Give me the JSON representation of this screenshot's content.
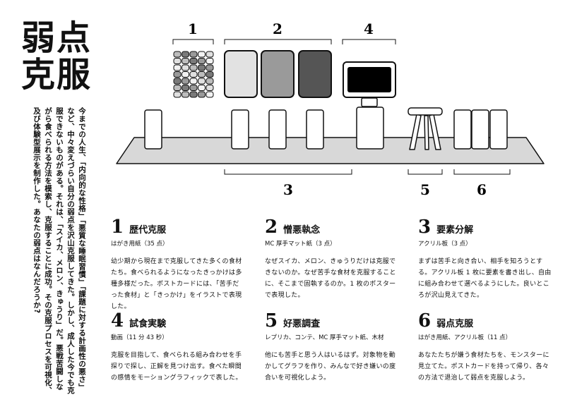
{
  "title": {
    "line1": "弱点",
    "line2": "克服"
  },
  "intro": "今までの人生、「内向的な性格」「悪質な睡眠習慣」「課題に対する計画性の悪さ」など、中々変えづらい自分の弱点を沢山克服してきた。しかし、成人した今でも克服できないものがある。それは、「スイカ、メロン、きゅうり」だ。悪戦苦闘しながら食べられる方法を模索し、克服することに成功。その克服プロセスを可視化、及び体験型展示を制作した。あなたの弱点はなんだろうか?",
  "diagram": {
    "labels": [
      "1",
      "2",
      "4",
      "3",
      "5",
      "6"
    ],
    "panel_colors": [
      "#e2e2e2",
      "#9a9a9a",
      "#555555"
    ]
  },
  "sections": [
    {
      "num": "1",
      "title": "歴代克服",
      "sub": "はがき用紙（35 点）",
      "body": "幼少期から現在まで克服してきた多くの食材たち。食べられるようになったきっかけは多種多様だった。ポストカードには、「苦手だった食材」と「きっかけ」をイラストで表現した。"
    },
    {
      "num": "2",
      "title": "憎悪執念",
      "sub": "MC 厚手マット紙（3 点）",
      "body": "なぜスイカ、メロン、きゅうりだけは克服できないのか。なぜ苦手な食材を克服することに、そこまで固執するのか。1 枚のポスターで表現した。"
    },
    {
      "num": "3",
      "title": "要素分解",
      "sub": "アクリル板（3 点）",
      "body": "まずは苦手と向き合い、相手を知ろうとする。アクリル板 1 枚に要素を書き出し、自由に組み合わせて選べるようにした。良いところが沢山見えてきた。"
    },
    {
      "num": "4",
      "title": "試食実験",
      "sub": "動画（11 分 43 秒）",
      "body": "克服を目指して、食べられる組み合わせを手探りで探し、正解を見つけ出す。食べた瞬間の感情をモーショングラフィックで表した。"
    },
    {
      "num": "5",
      "title": "好悪調査",
      "sub": "レプリカ、コンテ、MC 厚手マット紙、木材",
      "body": "他にも苦手と思う人はいるはず。対象物を動かしてグラフを作り、みんなで好き嫌いの度合いを可視化しよう。"
    },
    {
      "num": "6",
      "title": "弱点克服",
      "sub": "はがき用紙、アクリル板（11 点）",
      "body": "あなたたちが嫌う食材たちを、モンスターに見立てた。ポストカードを持って帰り、各々の方法で退治して弱点を克服しよう。"
    }
  ]
}
